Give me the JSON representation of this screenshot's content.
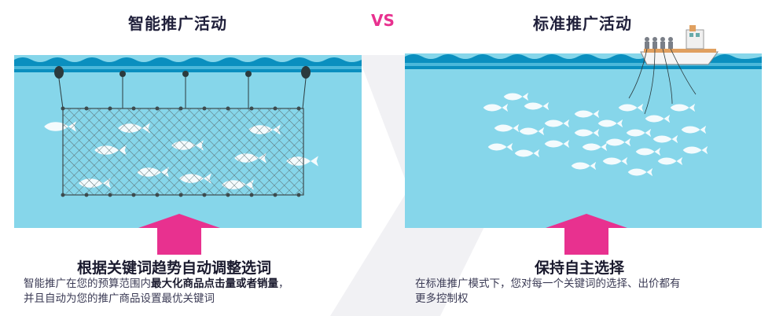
{
  "left": {
    "heading": "智能推广活动",
    "caption_title": "根据关键词趋势自动调整选词",
    "caption_line1_prefix": "智能推广在您的预算范围内",
    "caption_line1_bold": "最大化商品点击量或者销量",
    "caption_line1_suffix": "，",
    "caption_line2": "并且自动为您的推广商品设置最优关键词"
  },
  "vs_label": "VS",
  "right": {
    "heading": "标准推广活动",
    "caption_title": "保持自主选择",
    "caption_line1": "在标准推广模式下，您对每一个关键词的选择、出价都有",
    "caption_line2": "更多控制权"
  },
  "colors": {
    "accent": "#e8318f",
    "water": "#86d6ea",
    "water_top": "#0a8fbf"
  }
}
